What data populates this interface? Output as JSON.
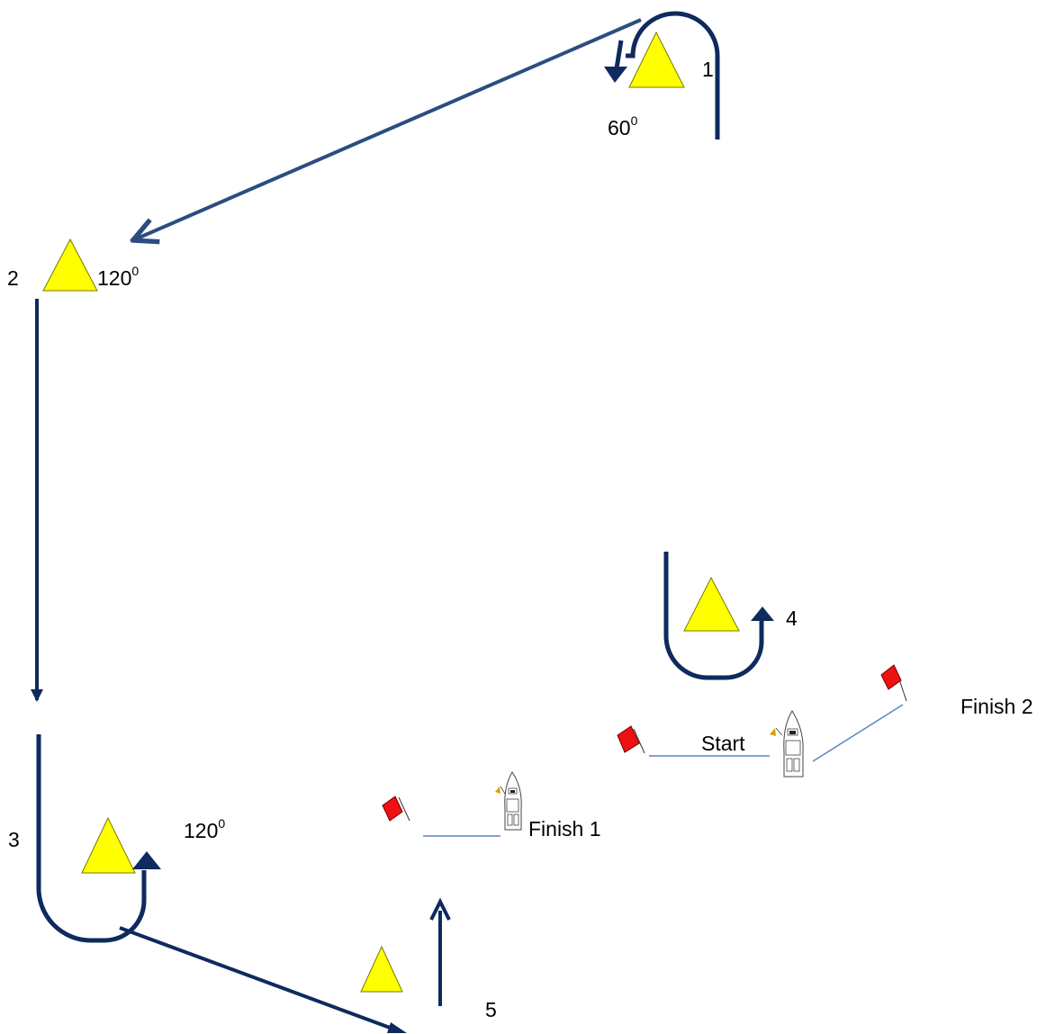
{
  "colors": {
    "mark": "#ffff00",
    "mark_stroke": "#7a7a00",
    "path": "#0e2a5e",
    "path_long": "#2b4d80",
    "flag": "#ee1111",
    "line": "#5b84c4"
  },
  "marks": [
    {
      "id": "1",
      "label": "1",
      "angle": "60",
      "angle_sup": "0"
    },
    {
      "id": "2",
      "label": "2",
      "angle": "120",
      "angle_sup": "0"
    },
    {
      "id": "3",
      "label": "3",
      "angle": "120",
      "angle_sup": "0"
    },
    {
      "id": "4",
      "label": "4"
    },
    {
      "id": "5",
      "label": "5"
    }
  ],
  "lines": {
    "start": "Start",
    "finish1": "Finish 1",
    "finish2": "Finish 2"
  }
}
